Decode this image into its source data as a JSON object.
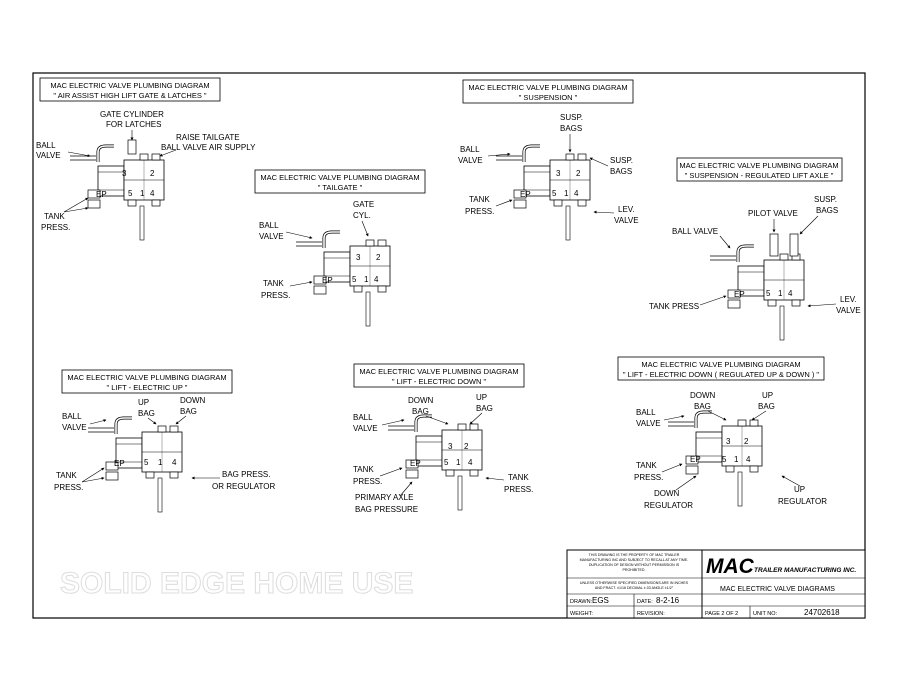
{
  "watermark": "SOLID EDGE HOME USE",
  "diagrams": [
    {
      "title1": "MAC ELECTRIC VALVE PLUMBING DIAGRAM",
      "title2": "\" AIR ASSIST HIGH LIFT GATE & LATCHES \"",
      "labels": [
        "BALL",
        "VALVE",
        "GATE CYLINDER",
        "FOR LATCHES",
        "RAISE TAILGATE",
        "BALL VALVE AIR SUPPLY",
        "TANK",
        "PRESS."
      ]
    },
    {
      "title1": "MAC ELECTRIC VALVE PLUMBING DIAGRAM",
      "title2": "\" TAILGATE \"",
      "labels": [
        "BALL",
        "VALVE",
        "GATE",
        "CYL.",
        "TANK",
        "PRESS."
      ]
    },
    {
      "title1": "MAC ELECTRIC VALVE PLUMBING DIAGRAM",
      "title2": "\" SUSPENSION \"",
      "labels": [
        "BALL",
        "VALVE",
        "SUSP.",
        "BAGS",
        "SUSP.",
        "BAGS",
        "TANK",
        "PRESS.",
        "LEV.",
        "VALVE"
      ]
    },
    {
      "title1": "MAC ELECTRIC VALVE PLUMBING DIAGRAM",
      "title2": "\" SUSPENSION - REGULATED LIFT AXLE \"",
      "labels": [
        "BALL VALVE",
        "PILOT VALVE",
        "SUSP.",
        "BAGS",
        "TANK PRESS",
        "LEV.",
        "VALVE"
      ]
    },
    {
      "title1": "MAC ELECTRIC VALVE PLUMBING DIAGRAM",
      "title2": "\" LIFT - ELECTRIC UP \"",
      "labels": [
        "BALL",
        "VALVE",
        "UP",
        "BAG",
        "DOWN",
        "BAG",
        "TANK",
        "PRESS.",
        "BAG PRESS.",
        "OR REGULATOR"
      ]
    },
    {
      "title1": "MAC ELECTRIC VALVE PLUMBING DIAGRAM",
      "title2": "\" LIFT - ELECTRIC DOWN \"",
      "labels": [
        "BALL",
        "VALVE",
        "DOWN",
        "BAG",
        "UP",
        "BAG",
        "TANK",
        "PRESS.",
        "TANK",
        "PRESS.",
        "PRIMARY AXLE",
        "BAG PRESSURE"
      ]
    },
    {
      "title1": "MAC ELECTRIC VALVE PLUMBING DIAGRAM",
      "title2": "\" LIFT - ELECTRIC DOWN ( REGULATED UP & DOWN ) \"",
      "labels": [
        "BALL",
        "VALVE",
        "DOWN",
        "BAG",
        "UP",
        "BAG",
        "TANK",
        "PRESS.",
        "DOWN",
        "REGULATOR",
        "UP",
        "REGULATOR"
      ]
    }
  ],
  "valve": {
    "ep": "EP",
    "p3": "3",
    "p2": "2",
    "p5": "5",
    "p1": "1",
    "p4": "4"
  },
  "title_block": {
    "notice1": "THIS DRAWING IS THE PROPERTY OF MAC TRAILER",
    "notice2": "MANUFACTURING INC AND SUBJECT TO RECALL AT ANY TIME.",
    "notice3": "DUPLICATION OF DESIGN WITHOUT PERMISSION IS",
    "notice4": "PROHIBITED.",
    "tol1": "UNLESS OTHERWISE SPECIFIED DIMENSIONS ARE IN INCHES",
    "tol2": "AND FRACT. ±1/16 DECIMAL ±.03 ANGLE ±1/2°",
    "logo": "MAC",
    "company": "TRAILER MANUFACTURING INC.",
    "drawn_label": "DRAWN:",
    "drawn_value": "EGS",
    "date_label": "DATE:",
    "date_value": "8-2-16",
    "doc_title": "MAC ELECTRIC VALVE DIAGRAMS",
    "weight_label": "WEIGHT:",
    "revision_label": "REVISION:",
    "page": "PAGE 2 OF 2",
    "unit_label": "UNIT NO:",
    "unit_value": "24702618"
  }
}
